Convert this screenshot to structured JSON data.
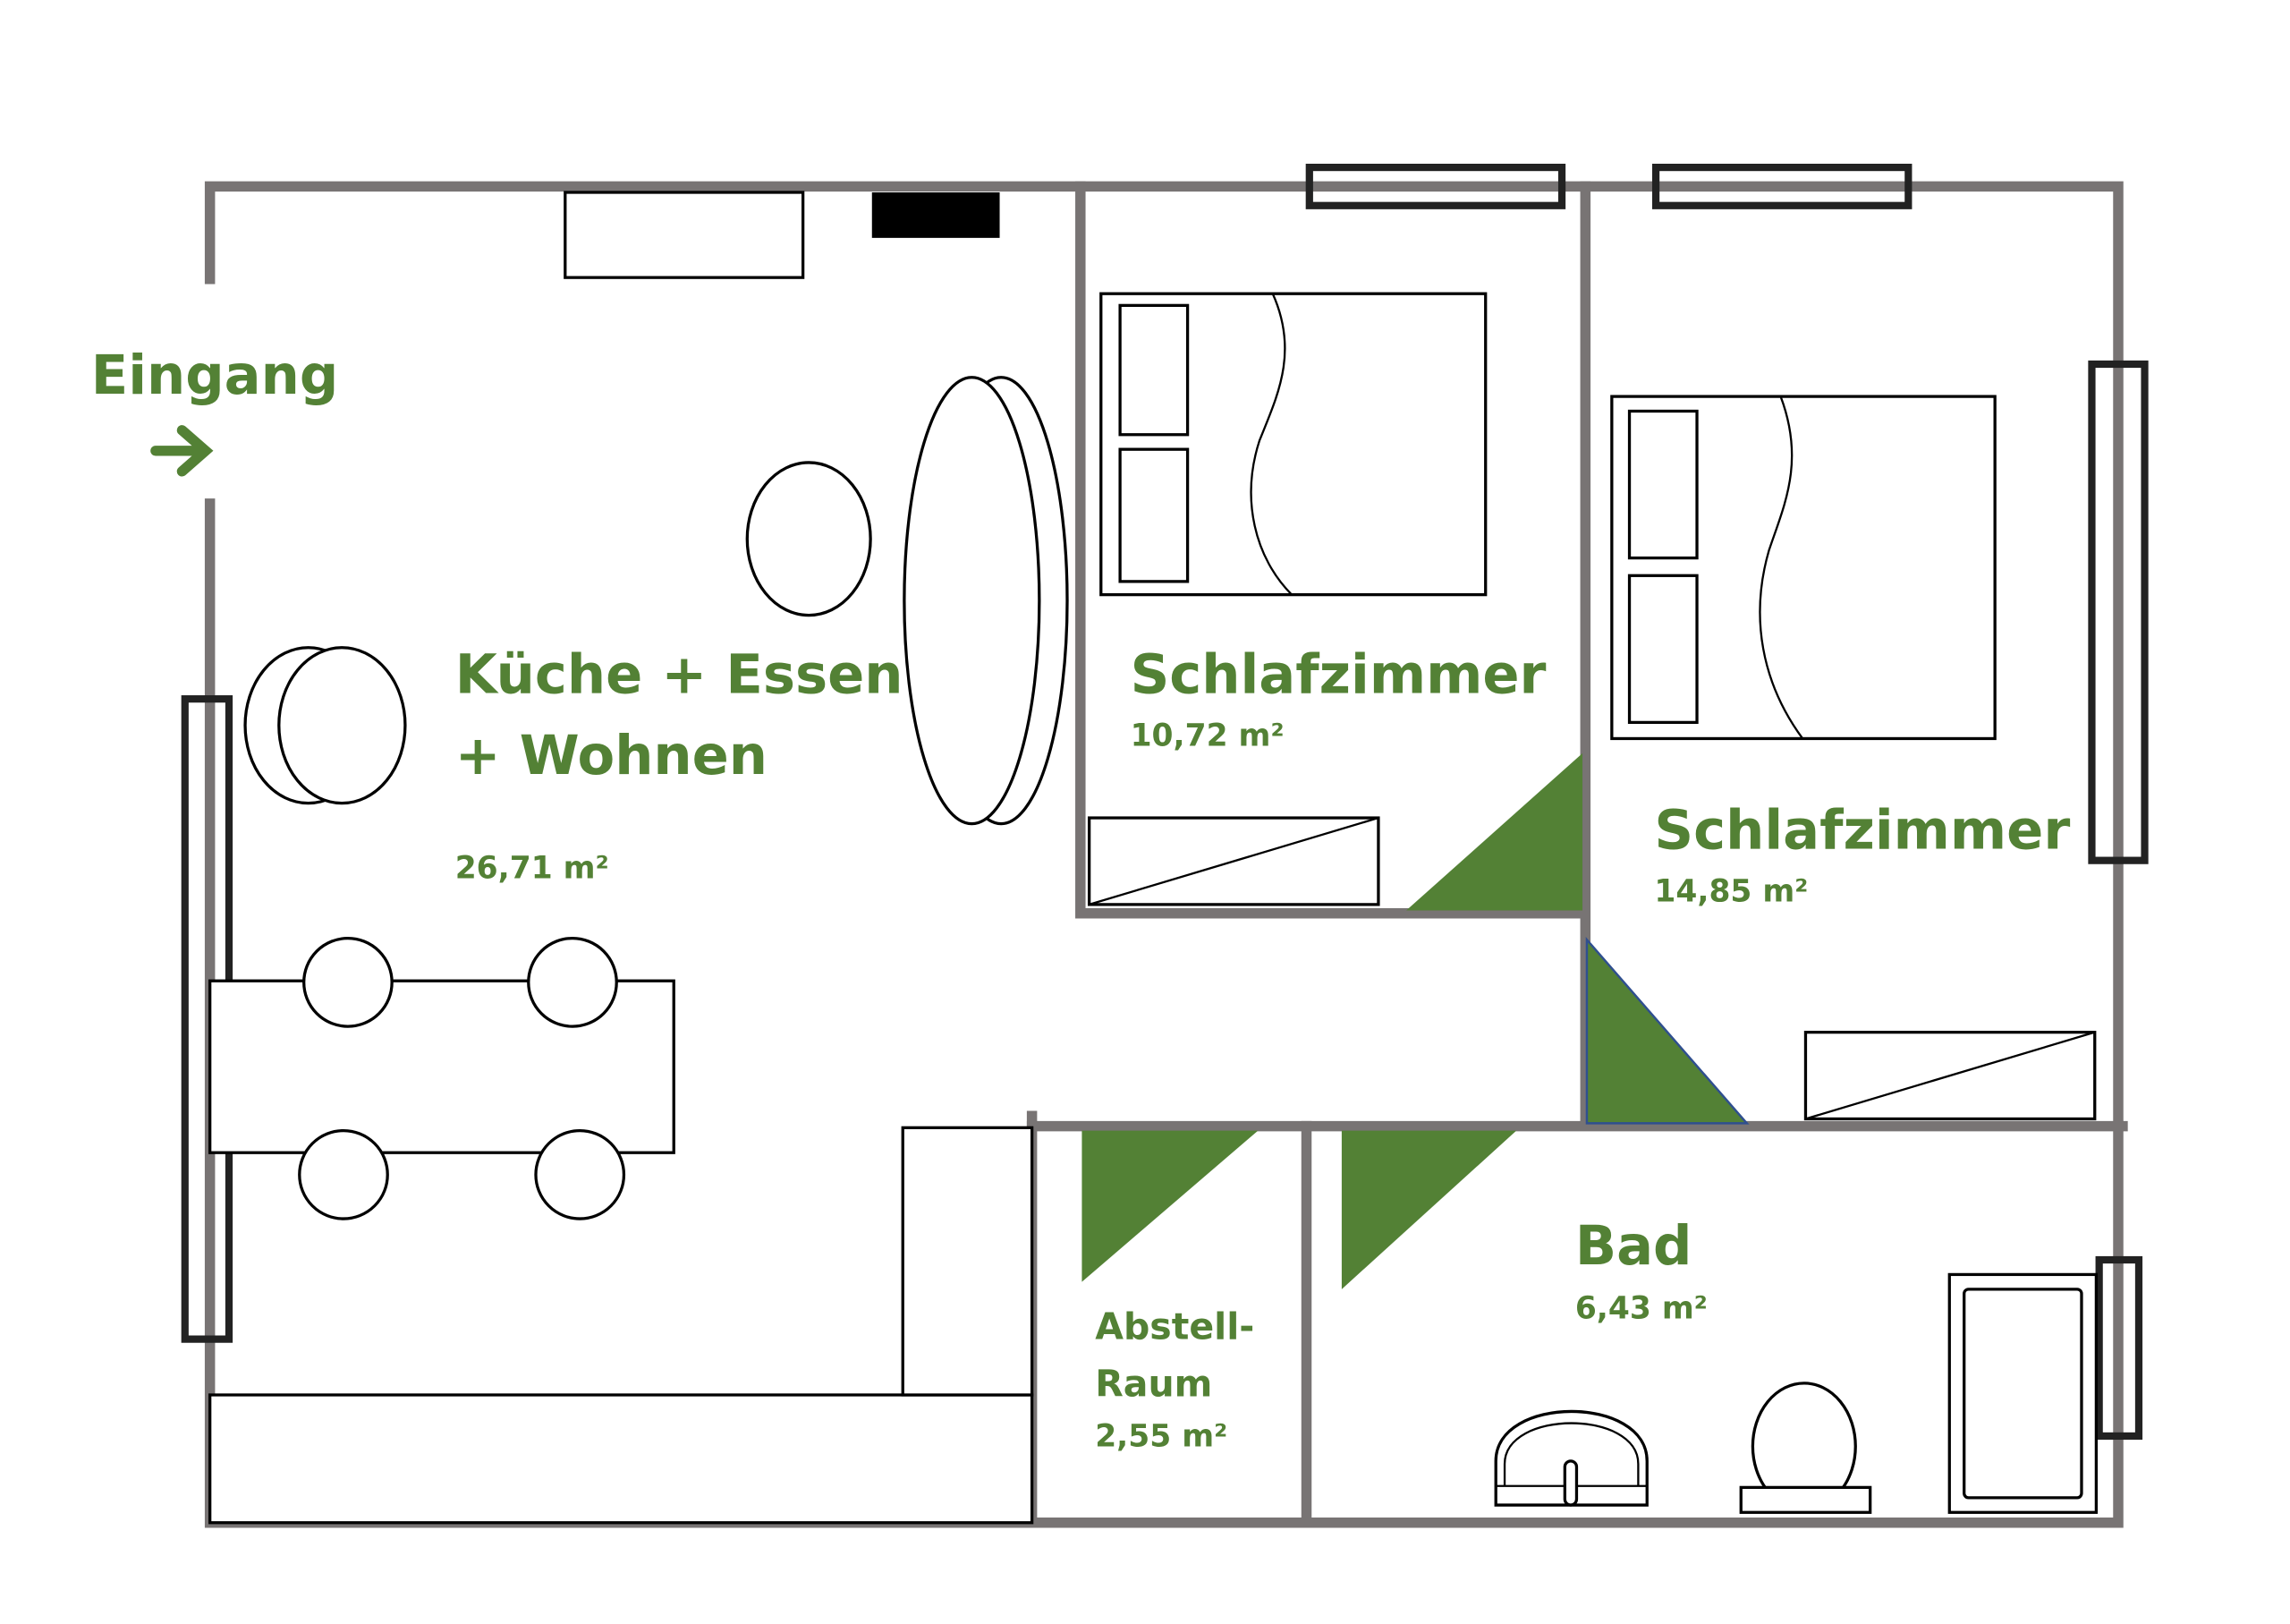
{
  "colors": {
    "label": "#538135",
    "wall": "#787474",
    "door": "#538135"
  },
  "entrance": {
    "label": "Eingang",
    "icon": "arrow-right-icon"
  },
  "rooms": {
    "living": {
      "line1": "Küche + Essen",
      "line2": "+ Wohnen",
      "area": "26,71 m²"
    },
    "bedroom1": {
      "name": "Schlafzimmer",
      "area": "10,72 m²"
    },
    "bedroom2": {
      "name": "Schlafzimmer",
      "area": "14,85 m²"
    },
    "storage": {
      "line1": "Abstell-",
      "line2": "Raum",
      "area": "2,55 m²"
    },
    "bath": {
      "name": "Bad",
      "area": "6,43 m²"
    }
  }
}
